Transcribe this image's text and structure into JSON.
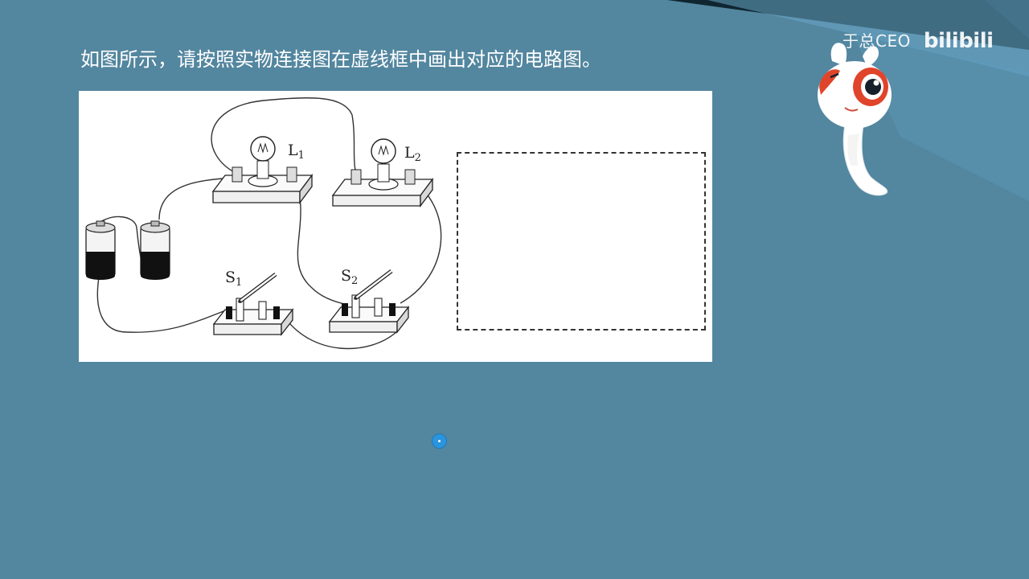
{
  "question": {
    "text": "如图所示，请按照实物连接图在虚线框中画出对应的电路图。"
  },
  "figure": {
    "labels": {
      "lamp1": "L",
      "lamp1_sub": "1",
      "lamp2": "L",
      "lamp2_sub": "2",
      "switch1": "S",
      "switch1_sub": "1",
      "switch2": "S",
      "switch2_sub": "2"
    }
  },
  "watermark": {
    "author": "于总CEO",
    "logo_text": "bilibili"
  },
  "icons": {
    "mascot": "bilibili-mascot-icon",
    "cursor": "pointer-cursor-icon"
  },
  "colors": {
    "background": "#53869f",
    "panel": "#ffffff",
    "cursor": "#2a95dc"
  }
}
